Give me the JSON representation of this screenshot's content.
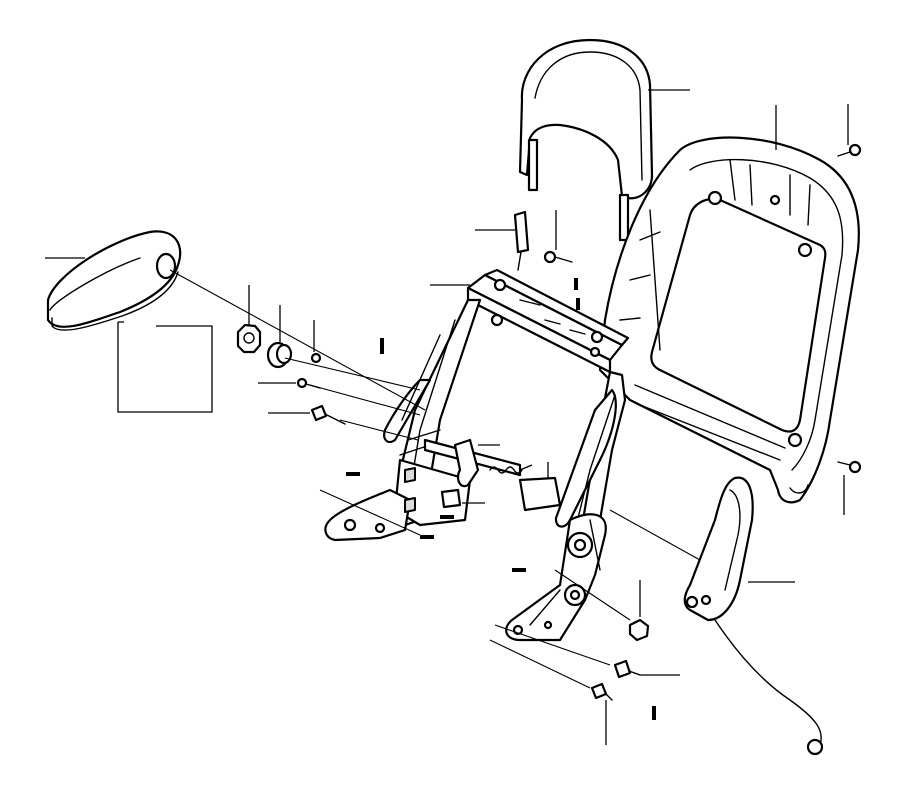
{
  "diagram": {
    "kind": "exploded parts diagram",
    "colors": {
      "line": "#000000",
      "background": "#ffffff",
      "shade": "#dcdcdc"
    },
    "parts": [
      "headrest",
      "headrest-guide",
      "seat-back-frame",
      "backrest-panel",
      "armrest",
      "side-trim-panel",
      "recliner-mechanism",
      "screws",
      "nuts",
      "knob"
    ]
  }
}
